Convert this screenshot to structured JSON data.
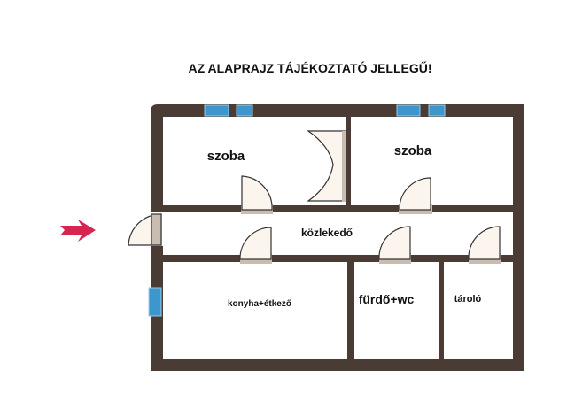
{
  "title": "AZ ALAPRAJZ TÁJÉKOZTATÓ JELLEGŰ!",
  "rooms": {
    "room1": "szoba",
    "room2": "szoba",
    "corridor": "közlekedő",
    "kitchen": "konyha+étkező",
    "bathroom": "fürdő+wc",
    "storage": "tároló"
  },
  "colors": {
    "wall": "#4a3c35",
    "window": "#3d97cc",
    "door_fill": "#fbf5ee",
    "door_leaf": "#c9bdb2",
    "entrance_arrow": "#d6264f"
  }
}
